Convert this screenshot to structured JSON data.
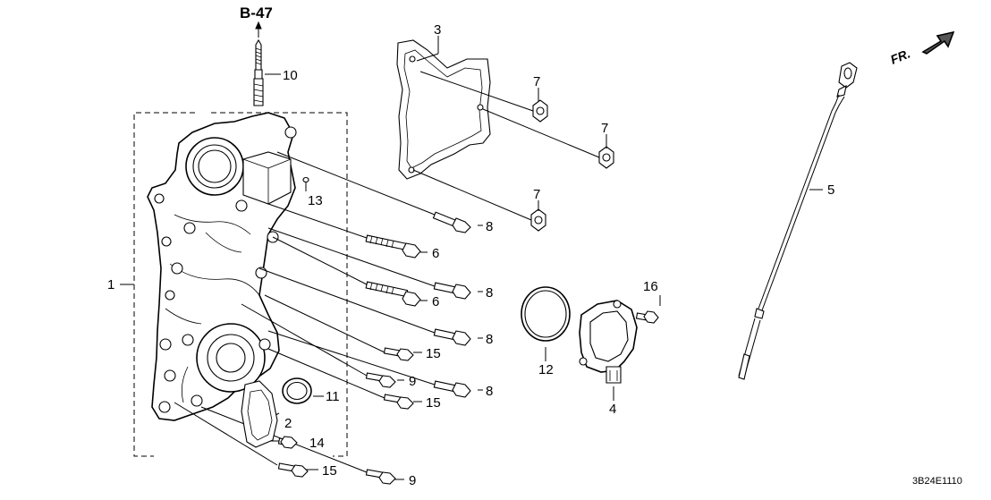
{
  "diagram": {
    "reference": "B-47",
    "diagram_code": "3B24E1110",
    "direction_label": "FR.",
    "callouts": {
      "c1": "1",
      "c2": "2",
      "c3": "3",
      "c4": "4",
      "c5": "5",
      "c6a": "6",
      "c6b": "6",
      "c7a": "7",
      "c7b": "7",
      "c7c": "7",
      "c8a": "8",
      "c8b": "8",
      "c8c": "8",
      "c8d": "8",
      "c9a": "9",
      "c9b": "9",
      "c10": "10",
      "c11": "11",
      "c12": "12",
      "c13": "13",
      "c14": "14",
      "c15a": "15",
      "c15b": "15",
      "c15c": "15",
      "c16": "16"
    }
  }
}
